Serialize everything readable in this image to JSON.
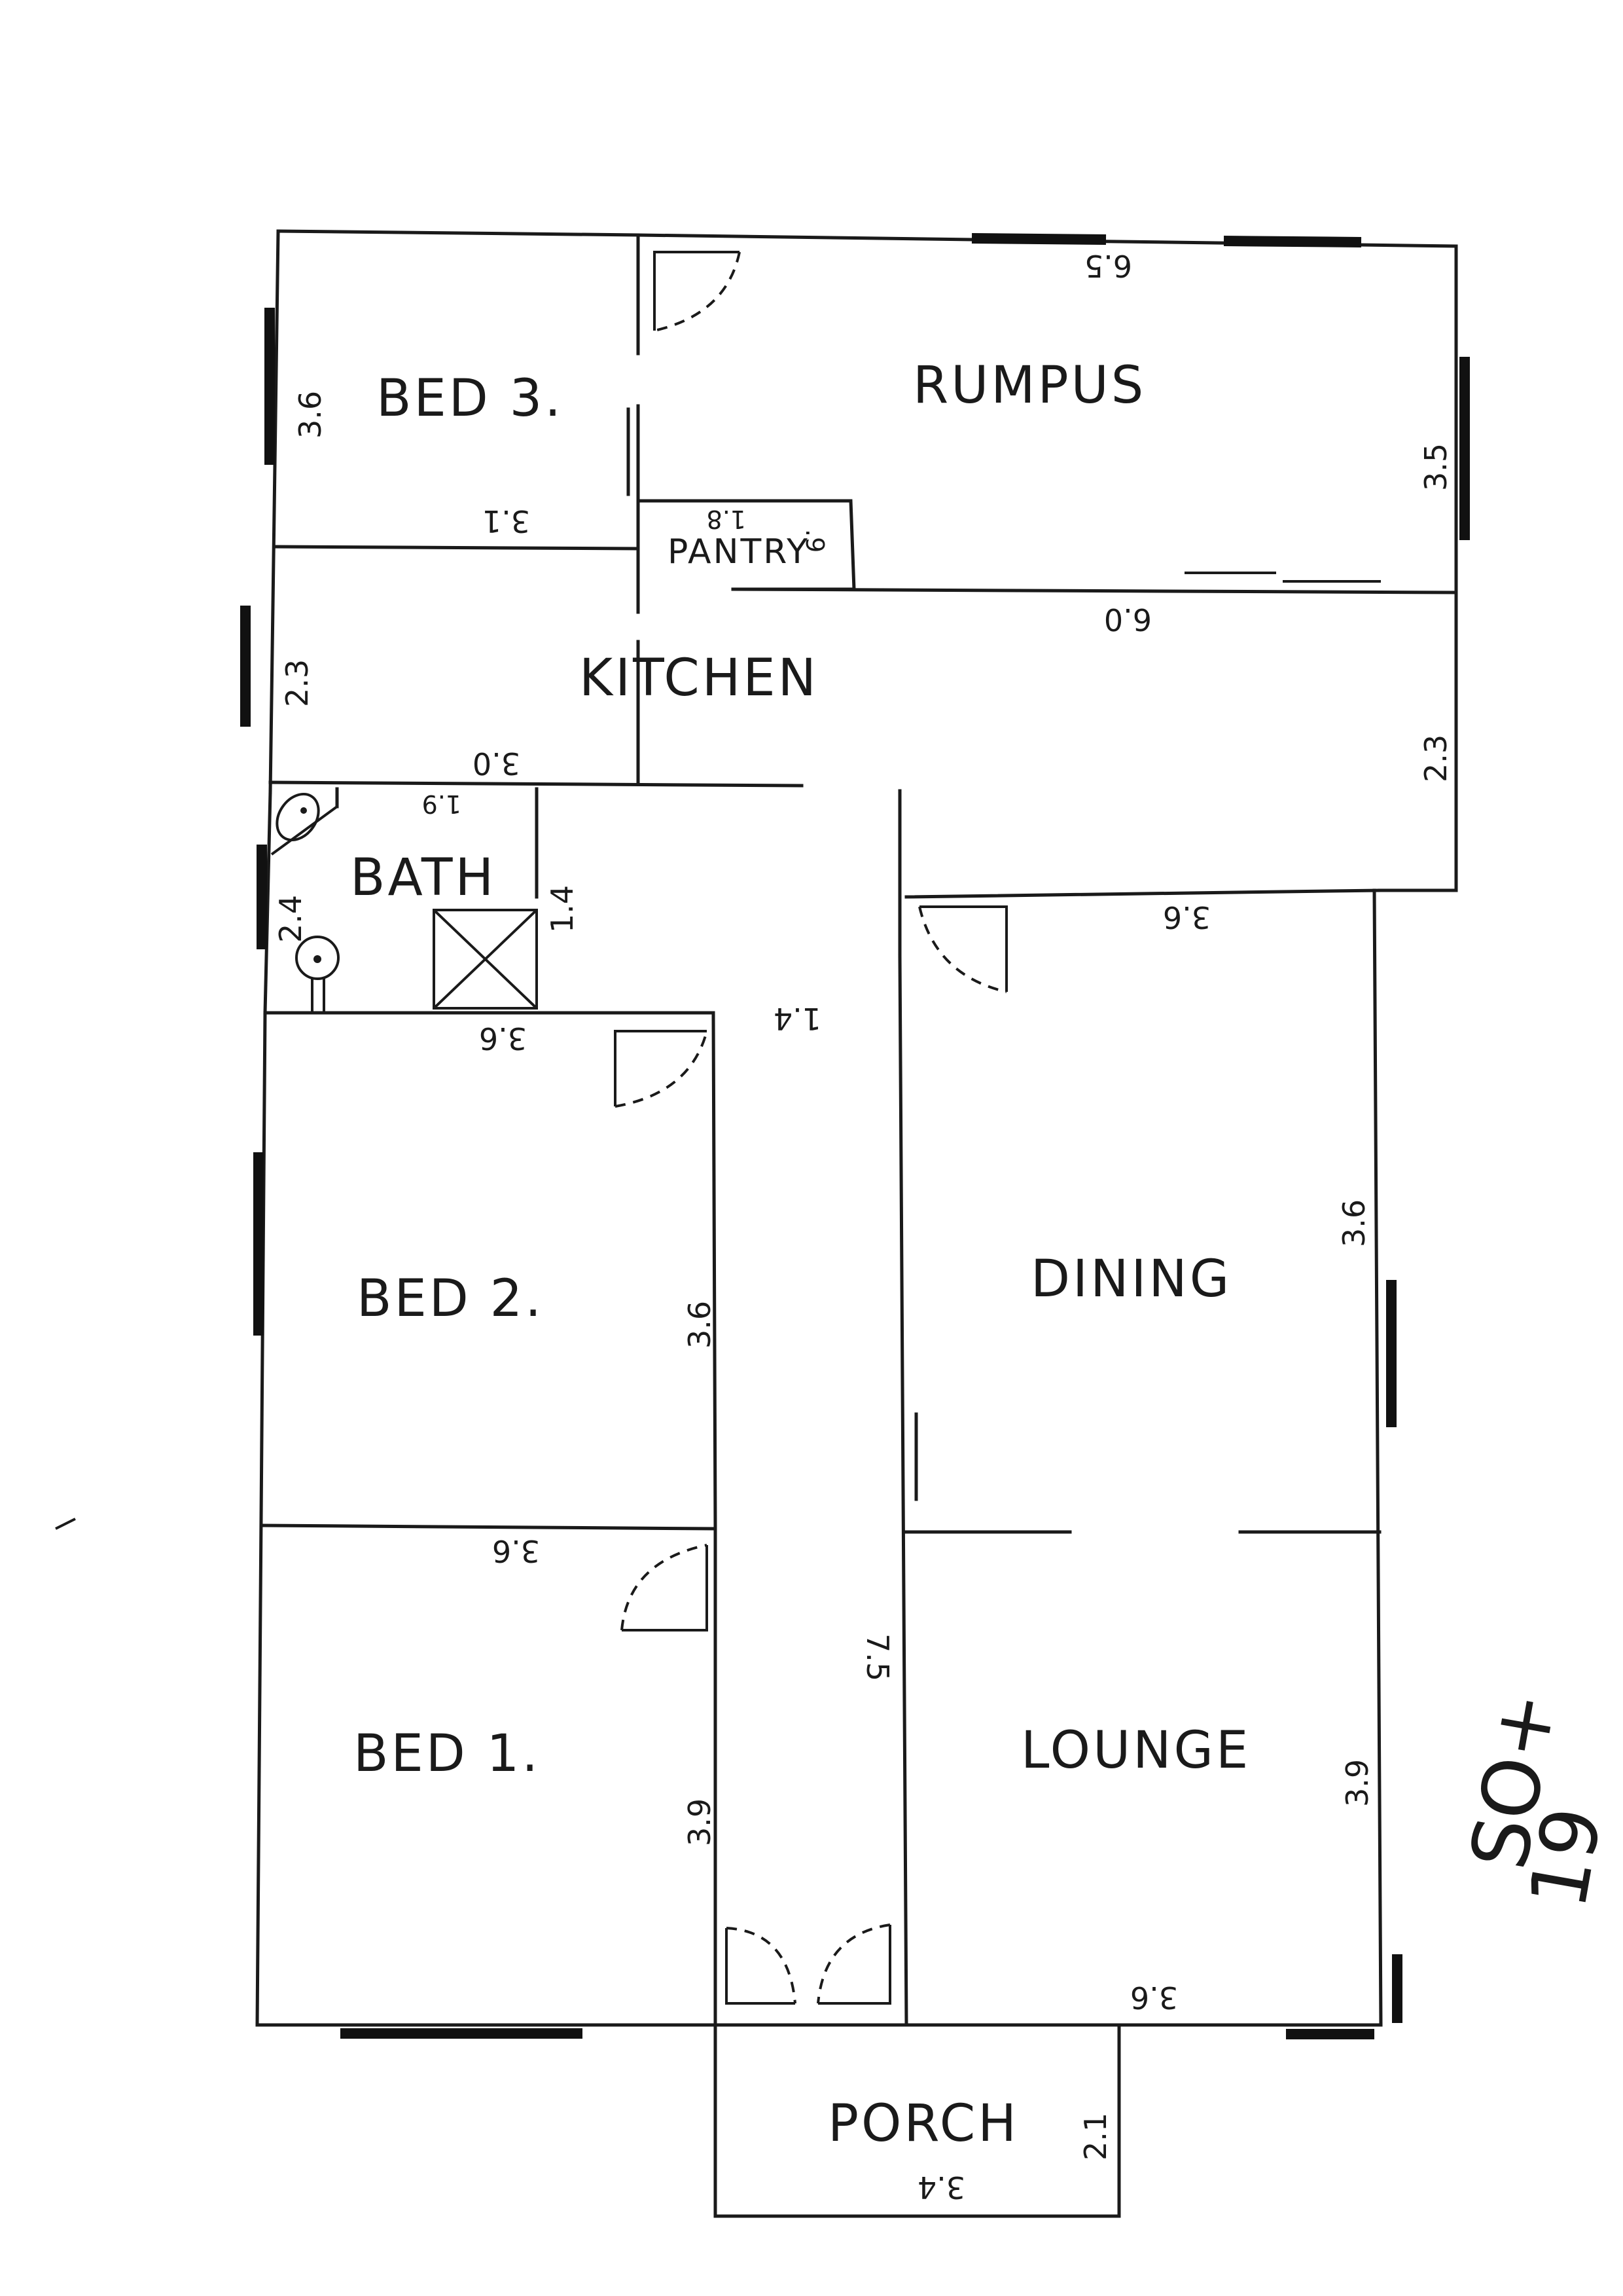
{
  "rooms": {
    "bed3": "BED 3.",
    "rumpus": "RUMPUS",
    "pantry": "PANTRY",
    "kitchen": "KITCHEN",
    "bath": "BATH",
    "bed2": "BED 2.",
    "dining": "DINING",
    "bed1": "BED 1.",
    "lounge": "LOUNGE",
    "porch": "PORCH"
  },
  "dimensions": {
    "bed3_height": "3.6",
    "bed3_width": "3.1",
    "rumpus_width": "6.5",
    "rumpus_height": "3.5",
    "pantry_width": "1.8",
    "pantry_height": ".9",
    "kitchen_wall": "6.0",
    "kitchen_left_height": "2.3",
    "kitchen_right_height": "2.3",
    "kitchen_width": "3.0",
    "bath_width": "1.9",
    "bath_height": "2.4",
    "bath_closet": "1.4",
    "dining_width": "3.6",
    "dining_height": "3.6",
    "hall_width": "1.4",
    "bed2_width": "3.6",
    "bed2_height": "3.6",
    "bed1_width": "3.6",
    "bed1_height": "3.9",
    "hall_length": "7.5",
    "lounge_height": "3.9",
    "lounge_width": "3.6",
    "porch_height": "2.1",
    "porch_width": "3.4"
  },
  "annotation": {
    "line1": "SO+",
    "line2": "19"
  }
}
